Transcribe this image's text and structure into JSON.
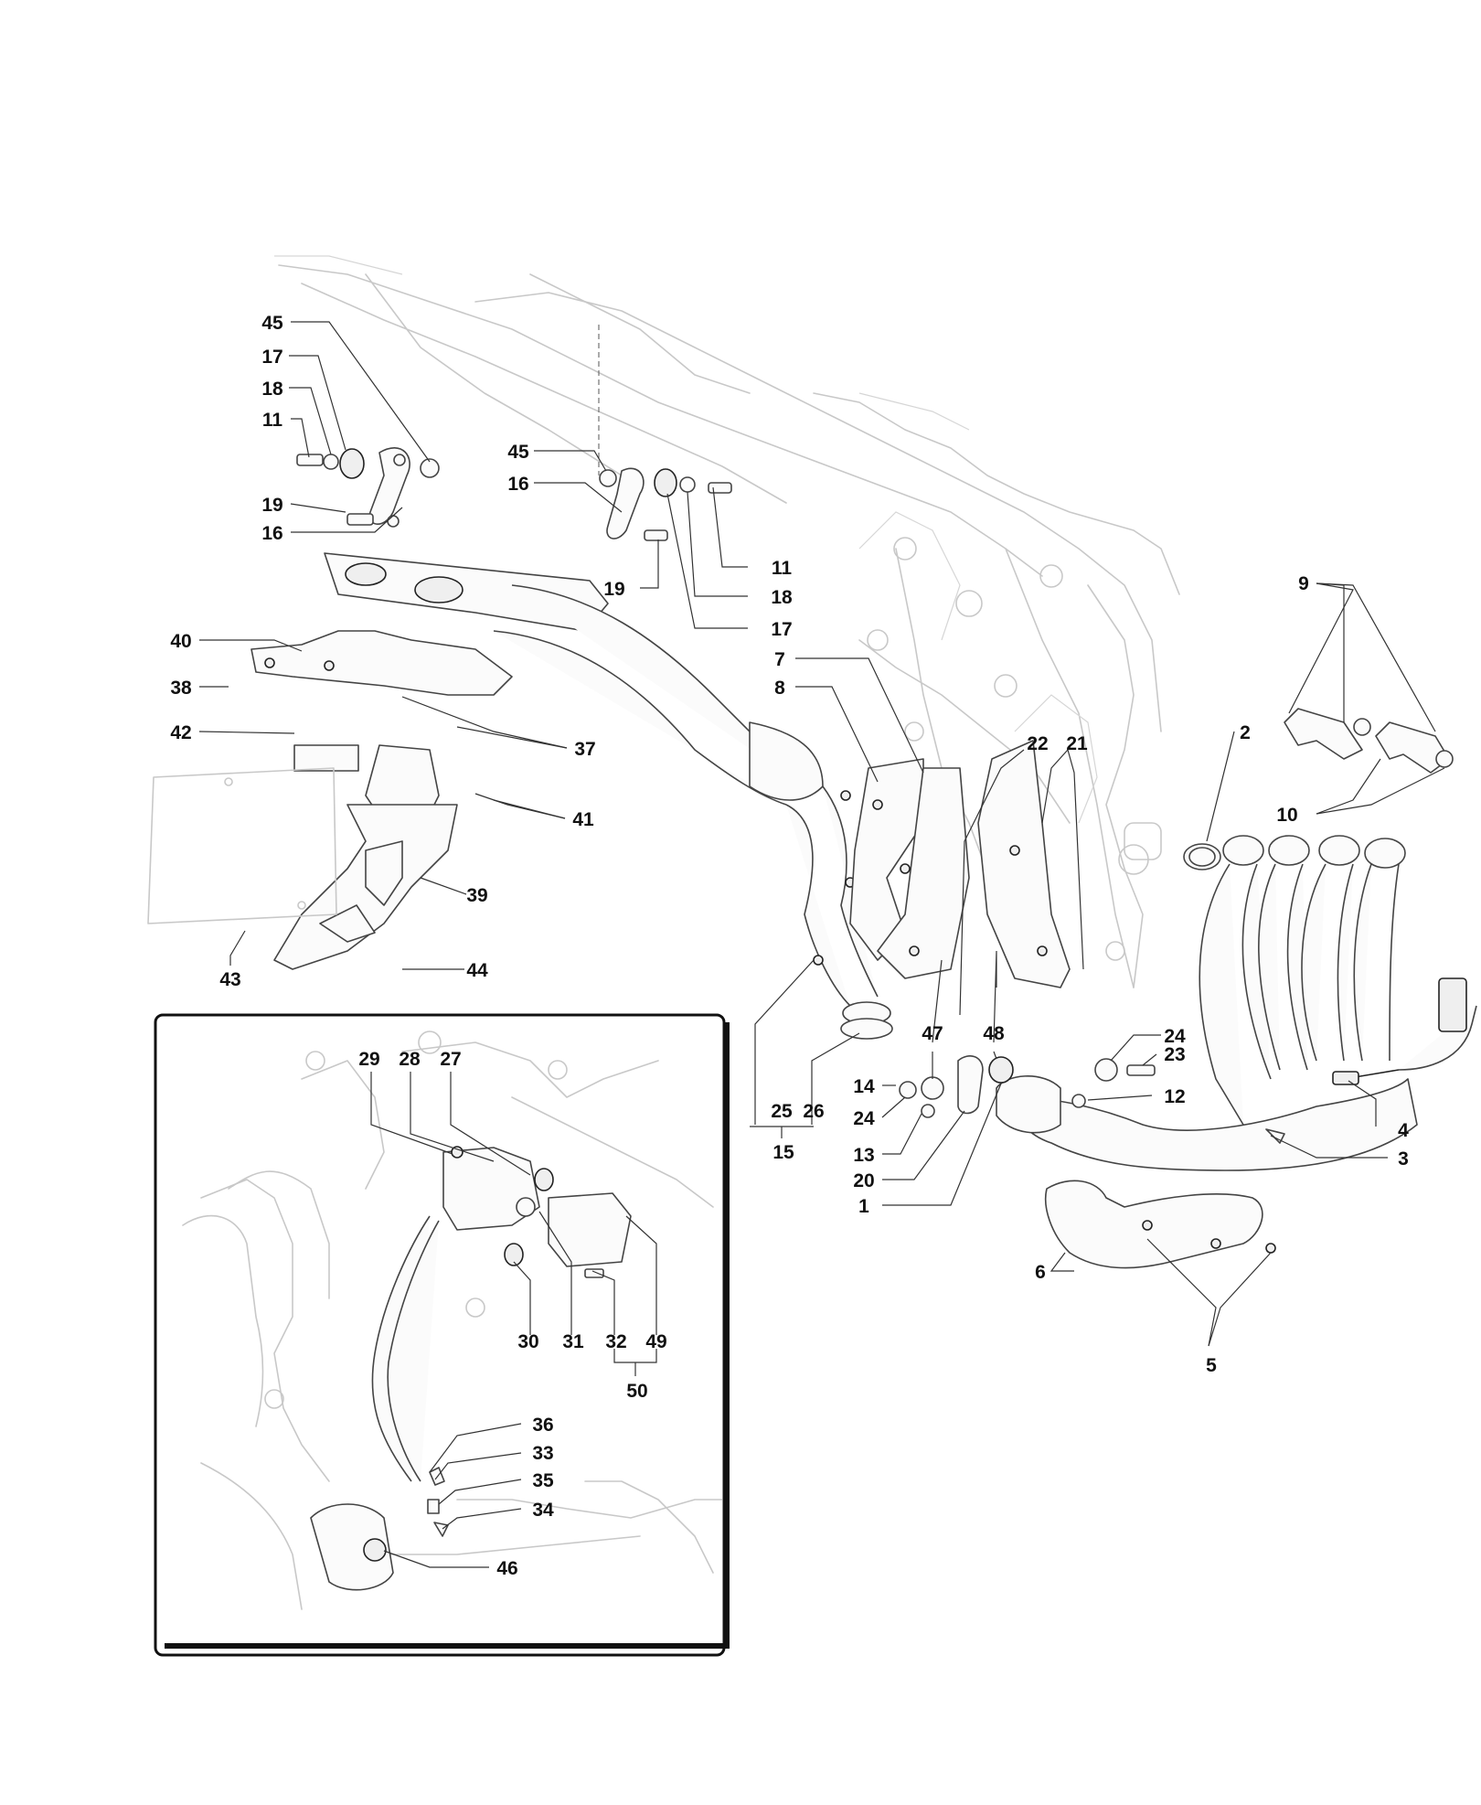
{
  "callouts": {
    "c1": "1",
    "c2": "2",
    "c3": "3",
    "c4": "4",
    "c5": "5",
    "c6": "6",
    "c7": "7",
    "c8": "8",
    "c9": "9",
    "c10": "10",
    "c11a": "11",
    "c11b": "11",
    "c12": "12",
    "c13": "13",
    "c14": "14",
    "c15": "15",
    "c16a": "16",
    "c16b": "16",
    "c17a": "17",
    "c17b": "17",
    "c18a": "18",
    "c18b": "18",
    "c19a": "19",
    "c19b": "19",
    "c20": "20",
    "c21": "21",
    "c22": "22",
    "c23": "23",
    "c24a": "24",
    "c24b": "24",
    "c25": "25",
    "c26": "26",
    "c27": "27",
    "c28": "28",
    "c29": "29",
    "c30": "30",
    "c31": "31",
    "c32": "32",
    "c33": "33",
    "c34": "34",
    "c35": "35",
    "c36": "36",
    "c37": "37",
    "c38": "38",
    "c39": "39",
    "c40": "40",
    "c41": "41",
    "c42": "42",
    "c43": "43",
    "c44": "44",
    "c45a": "45",
    "c45b": "45",
    "c46": "46",
    "c47": "47",
    "c48": "48",
    "c49": "49",
    "c50": "50"
  }
}
